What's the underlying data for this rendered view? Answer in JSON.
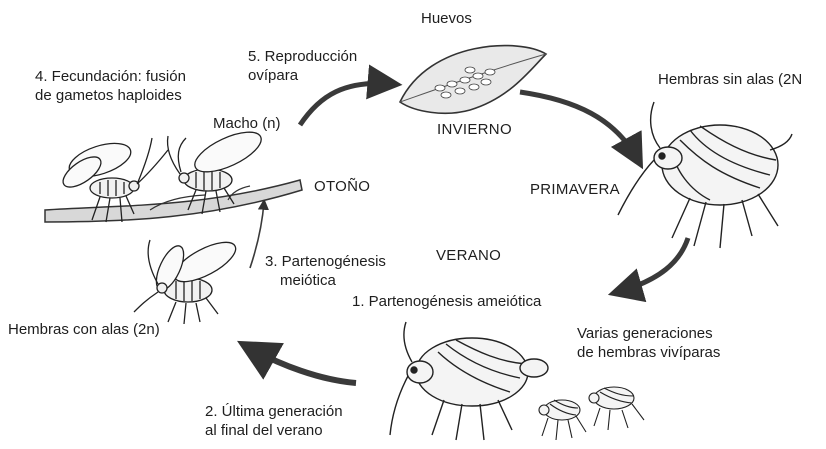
{
  "seasons": {
    "winter": "INVIERNO",
    "spring": "PRIMAVERA",
    "summer": "VERANO",
    "autumn": "OTOÑO"
  },
  "labels": {
    "eggs": "Huevos",
    "wingless_females": "Hembras sin alas (2N",
    "step5_line1": "5. Reproducción",
    "step5_line2": "ovípara",
    "step4_line1": "4. Fecundación: fusión",
    "step4_line2": "de gametos haploides",
    "male": "Macho (n)",
    "step3_line1": "3. Partenogénesis",
    "step3_line2": "meiótica",
    "winged_females": "Hembras con alas (2n)",
    "step1": "1. Partenogénesis ameiótica",
    "several_gen_line1": "Varias generaciones",
    "several_gen_line2": "de hembras vivíparas",
    "step2_line1": "2. Última generación",
    "step2_line2": "al final del verano"
  },
  "colors": {
    "ink": "#1e1e1e",
    "arrow": "#3a3a3a",
    "leaf": "#e9e9e9",
    "background": "#ffffff"
  }
}
